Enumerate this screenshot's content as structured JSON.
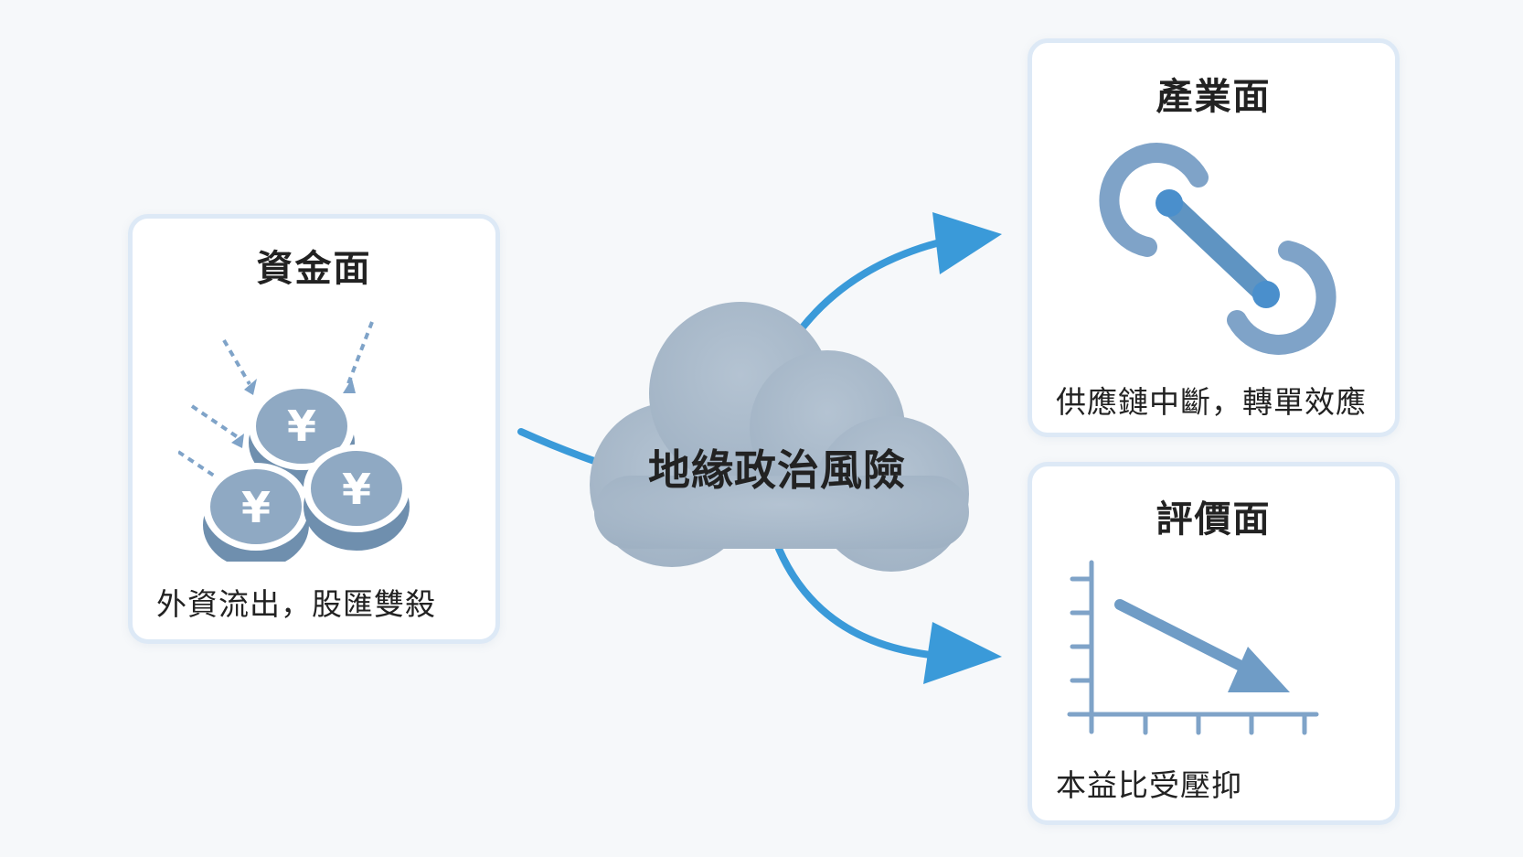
{
  "center": {
    "label": "地緣政治風險"
  },
  "panels": {
    "funding": {
      "title": "資金面",
      "caption": "外資流出，股匯雙殺"
    },
    "industry": {
      "title": "產業面",
      "caption": "供應鏈中斷，轉單效應"
    },
    "valuation": {
      "title": "評價面",
      "caption": "本益比受壓抑"
    }
  },
  "icons": {
    "funding": "yen-coins-icon",
    "industry": "broken-chain-link-icon",
    "valuation": "downtrend-chart-icon"
  },
  "colors": {
    "arrow": "#3a9ad9",
    "cloud": "#a8b8c8",
    "icon": "#7fa3c8",
    "panel_border": "#dde9f6"
  }
}
